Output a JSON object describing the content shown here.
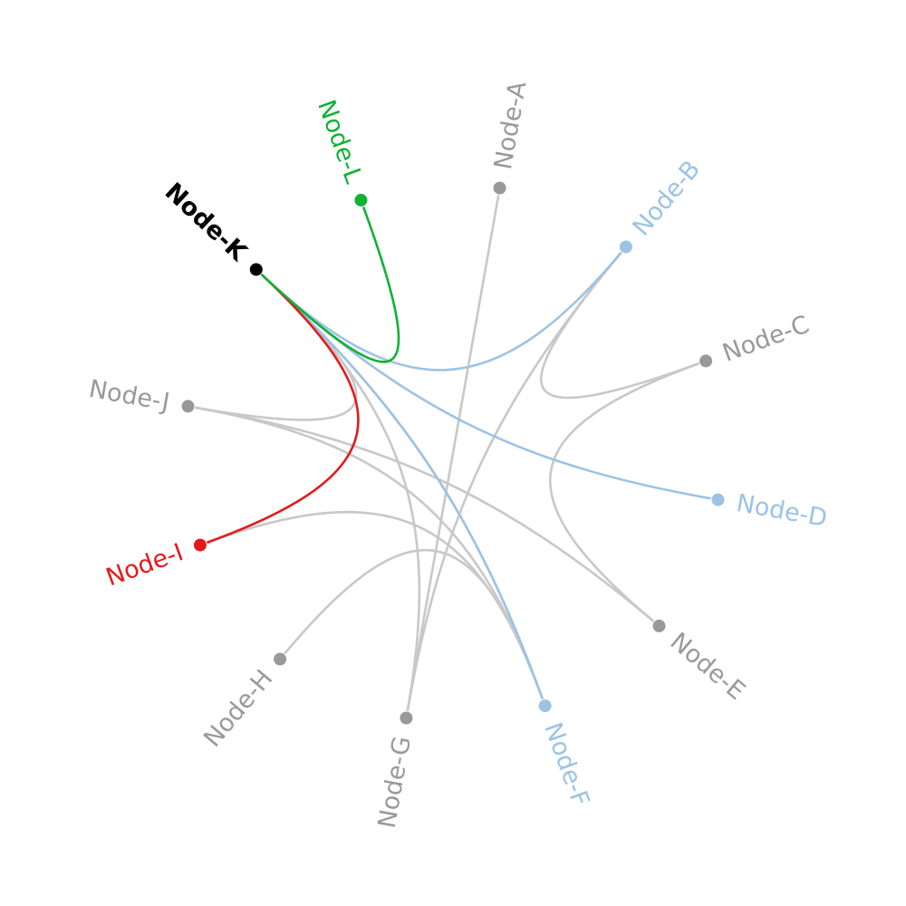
{
  "colors": {
    "default": "#999999",
    "default_edge": "#c8c8c8",
    "focus": "#000000",
    "target": "#9cc3e4",
    "source": "#e31a1c",
    "partner": "#11b134"
  },
  "focus_node": "Node-K",
  "nodes": [
    {
      "id": "A",
      "label": "Node-A",
      "role": "default"
    },
    {
      "id": "B",
      "label": "Node-B",
      "role": "target"
    },
    {
      "id": "C",
      "label": "Node-C",
      "role": "default"
    },
    {
      "id": "D",
      "label": "Node-D",
      "role": "target"
    },
    {
      "id": "E",
      "label": "Node-E",
      "role": "default"
    },
    {
      "id": "F",
      "label": "Node-F",
      "role": "target"
    },
    {
      "id": "G",
      "label": "Node-G",
      "role": "default"
    },
    {
      "id": "H",
      "label": "Node-H",
      "role": "default"
    },
    {
      "id": "I",
      "label": "Node-I",
      "role": "source"
    },
    {
      "id": "J",
      "label": "Node-J",
      "role": "default"
    },
    {
      "id": "K",
      "label": "Node-K",
      "role": "focus"
    },
    {
      "id": "L",
      "label": "Node-L",
      "role": "partner"
    }
  ],
  "edges": [
    {
      "from": "A",
      "to": "G",
      "role": "default"
    },
    {
      "from": "B",
      "to": "G",
      "role": "default"
    },
    {
      "from": "C",
      "to": "B",
      "role": "default"
    },
    {
      "from": "C",
      "to": "E",
      "role": "default"
    },
    {
      "from": "J",
      "to": "E",
      "role": "default"
    },
    {
      "from": "J",
      "to": "F",
      "role": "default"
    },
    {
      "from": "J",
      "to": "K",
      "role": "default"
    },
    {
      "from": "I",
      "to": "F",
      "role": "default"
    },
    {
      "from": "H",
      "to": "F",
      "role": "default"
    },
    {
      "from": "K",
      "to": "G",
      "role": "default"
    },
    {
      "from": "K",
      "to": "F",
      "role": "default"
    },
    {
      "from": "K",
      "to": "B",
      "role": "target"
    },
    {
      "from": "K",
      "to": "D",
      "role": "target"
    },
    {
      "from": "K",
      "to": "F",
      "role": "target"
    },
    {
      "from": "I",
      "to": "K",
      "role": "source"
    },
    {
      "from": "K",
      "to": "L",
      "role": "partner"
    }
  ]
}
